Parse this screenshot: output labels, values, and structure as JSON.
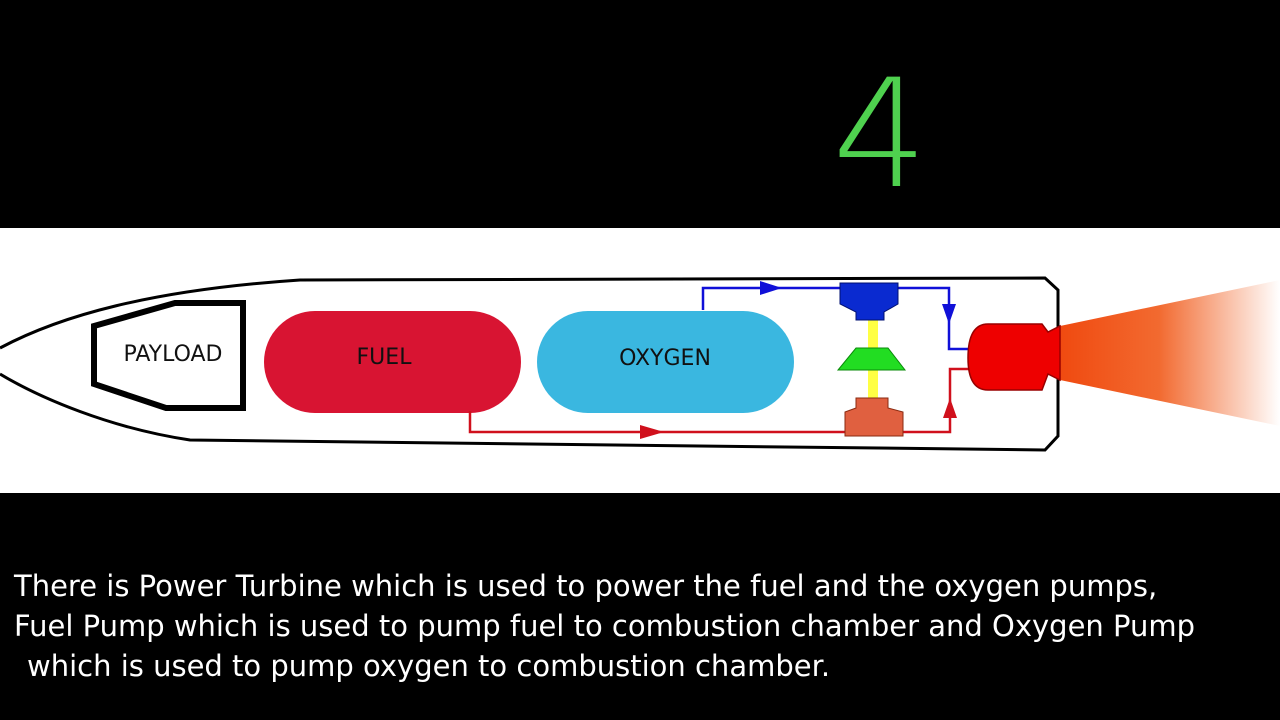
{
  "step": {
    "number": "4",
    "color": "#4fd14f"
  },
  "diagram": {
    "labels": {
      "payload": "PAYLOAD",
      "fuel": "FUEL",
      "oxygen": "OXYGEN"
    },
    "colors": {
      "fuel_tank": "#d81432",
      "oxygen_tank": "#3ab7e0",
      "fuel_line": "#d0101c",
      "oxygen_line": "#1010d8",
      "oxygen_pump": "#0a2ad0",
      "power_turbine": "#22dd22",
      "shaft": "#ffff44",
      "fuel_pump": "#e06040",
      "combustion_chamber": "#ee0000",
      "exhaust": "#f04a10"
    }
  },
  "caption": {
    "line1": "There is Power Turbine which is used to power the fuel and the oxygen pumps,",
    "line2": "Fuel Pump which is used to pump fuel to combustion chamber and Oxygen Pump",
    "line3": "which is used to pump oxygen to combustion chamber."
  }
}
